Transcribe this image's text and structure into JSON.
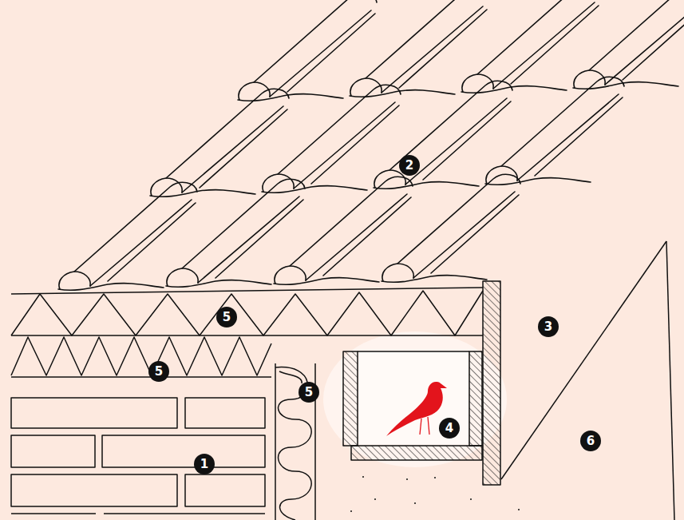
{
  "diagram": {
    "labels": [
      "2",
      "5",
      "3",
      "5",
      "5",
      "4",
      "1",
      "6"
    ]
  }
}
